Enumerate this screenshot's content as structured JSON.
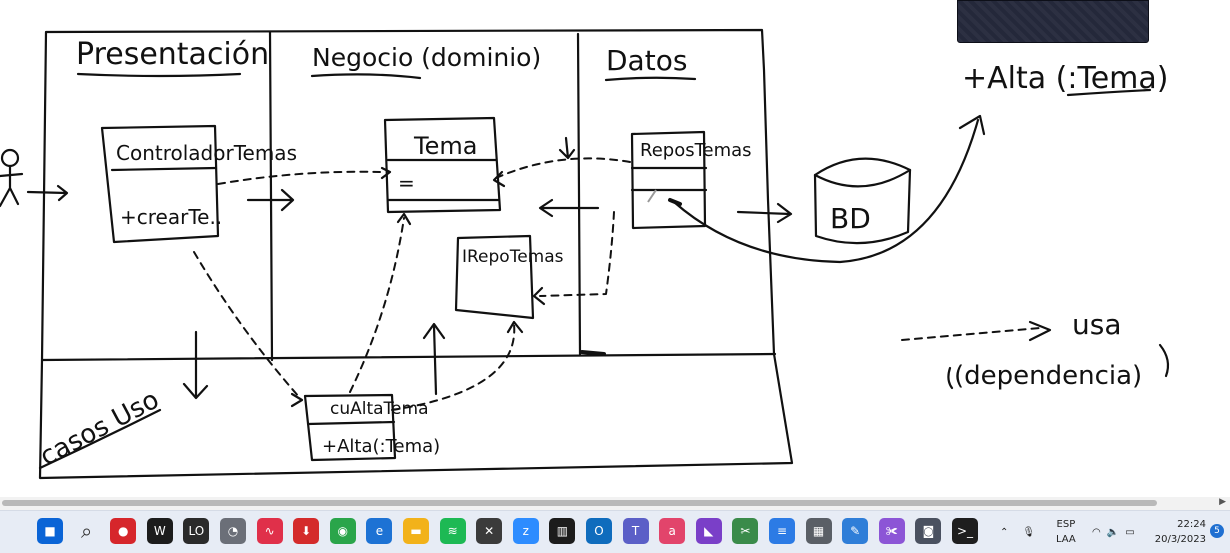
{
  "whiteboard": {
    "columns": [
      "Presentación",
      "Negocio (dominio)",
      "Datos"
    ],
    "layer_bottom": "casos Uso",
    "classes": {
      "controller": {
        "name": "ControladorTemas",
        "method": "+crearTe.."
      },
      "tema": {
        "name": "Tema",
        "attr": "="
      },
      "repo": {
        "name": "ReposTemas"
      },
      "irepo": {
        "name": "IRepoTemas"
      },
      "usecase": {
        "name": "cuAltaTema",
        "method": "+Alta(:Tema)"
      },
      "db": {
        "name": "BD"
      }
    },
    "notes": {
      "alta": "+Alta (:Tema)",
      "legend_usa": "usa",
      "legend_dep": "(dependencia)"
    }
  },
  "taskbar": {
    "apps": [
      {
        "name": "start-icon",
        "color": "#0a64d6",
        "glyph": "■"
      },
      {
        "name": "search-icon",
        "color": "#e7ecf5",
        "glyph": "⌕"
      },
      {
        "name": "app-red-icon",
        "color": "#d6262b",
        "glyph": "●"
      },
      {
        "name": "wave-icon",
        "color": "#1c1c1c",
        "glyph": "W"
      },
      {
        "name": "lol-icon",
        "color": "#2a2a2a",
        "glyph": "LO"
      },
      {
        "name": "gauge-icon",
        "color": "#6b6f78",
        "glyph": "◔"
      },
      {
        "name": "pulse-icon",
        "color": "#e0304a",
        "glyph": "∿"
      },
      {
        "name": "download-icon",
        "color": "#d42b2b",
        "glyph": "⬇"
      },
      {
        "name": "chrome-icon",
        "color": "#2aa54a",
        "glyph": "◉"
      },
      {
        "name": "edge-icon",
        "color": "#1d72d4",
        "glyph": "e"
      },
      {
        "name": "folder-icon",
        "color": "#f2b21a",
        "glyph": "▬"
      },
      {
        "name": "spotify-icon",
        "color": "#1db954",
        "glyph": "≋"
      },
      {
        "name": "xbox-icon",
        "color": "#3b3b3b",
        "glyph": "✕"
      },
      {
        "name": "zoom-icon",
        "color": "#2d8cff",
        "glyph": "z"
      },
      {
        "name": "wave2-icon",
        "color": "#1c1c1c",
        "glyph": "▥"
      },
      {
        "name": "outlook-icon",
        "color": "#0f6cbd",
        "glyph": "O"
      },
      {
        "name": "teams-icon",
        "color": "#5b5fc7",
        "glyph": "T"
      },
      {
        "name": "app-pink-icon",
        "color": "#e2446b",
        "glyph": "a"
      },
      {
        "name": "vs-icon",
        "color": "#7a3fc8",
        "glyph": "◣"
      },
      {
        "name": "tools-icon",
        "color": "#3a8b4a",
        "glyph": "✂"
      },
      {
        "name": "notepad-icon",
        "color": "#2c7be5",
        "glyph": "≡"
      },
      {
        "name": "calculator-icon",
        "color": "#5a5f66",
        "glyph": "▦"
      },
      {
        "name": "whiteboard-icon",
        "color": "#2f7ed8",
        "glyph": "✎"
      },
      {
        "name": "snip-icon",
        "color": "#8c55d6",
        "glyph": "✀"
      },
      {
        "name": "camera-icon",
        "color": "#4a5160",
        "glyph": "◙"
      },
      {
        "name": "terminal-icon",
        "color": "#1e1e1e",
        "glyph": ">_"
      }
    ],
    "lang_top": "ESP",
    "lang_bottom": "LAA",
    "time": "22:24",
    "date": "20/3/2023",
    "notif_count": "5"
  }
}
